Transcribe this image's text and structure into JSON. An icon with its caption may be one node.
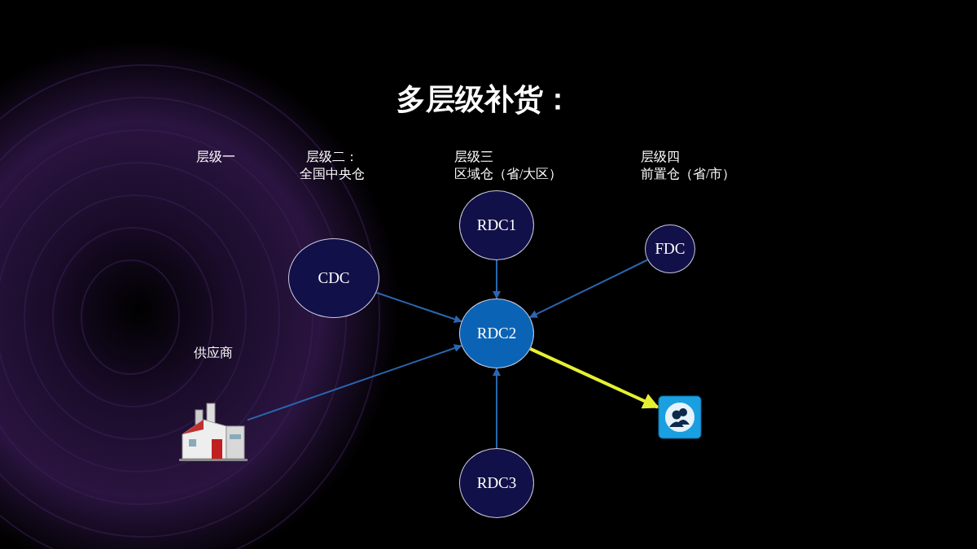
{
  "diagram": {
    "title": "多层级补货：",
    "nodes": [
      {
        "text": [
          "CDC"
        ]
      },
      {
        "text": [
          "RDC1"
        ]
      },
      {
        "text": [
          "FDC"
        ]
      },
      {
        "text": [
          "RDC2"
        ]
      },
      {
        "text": [
          "供应商"
        ]
      },
      {
        "text": [
          "RDC3"
        ]
      },
      {
        "text": [],
        "shape": "picture"
      }
    ],
    "edges": [
      {
        "from": 0,
        "to": 3,
        "arrow": "to"
      },
      {
        "from": 1,
        "to": 3,
        "arrow": "to"
      },
      {
        "from": 2,
        "to": 3,
        "arrow": "to"
      },
      {
        "from": 4,
        "to": 3,
        "arrow": "to"
      },
      {
        "from": 5,
        "to": 3,
        "arrow": "to"
      },
      {
        "from": 3,
        "to": 6,
        "arrow": "to",
        "style": "thick",
        "color": "#e6f032"
      }
    ],
    "labels": [
      "层级一",
      "层级二：",
      "全国中央仓",
      "层级三",
      "区域仓（省/大区）",
      "层级四",
      "前置仓（省/市）"
    ]
  }
}
